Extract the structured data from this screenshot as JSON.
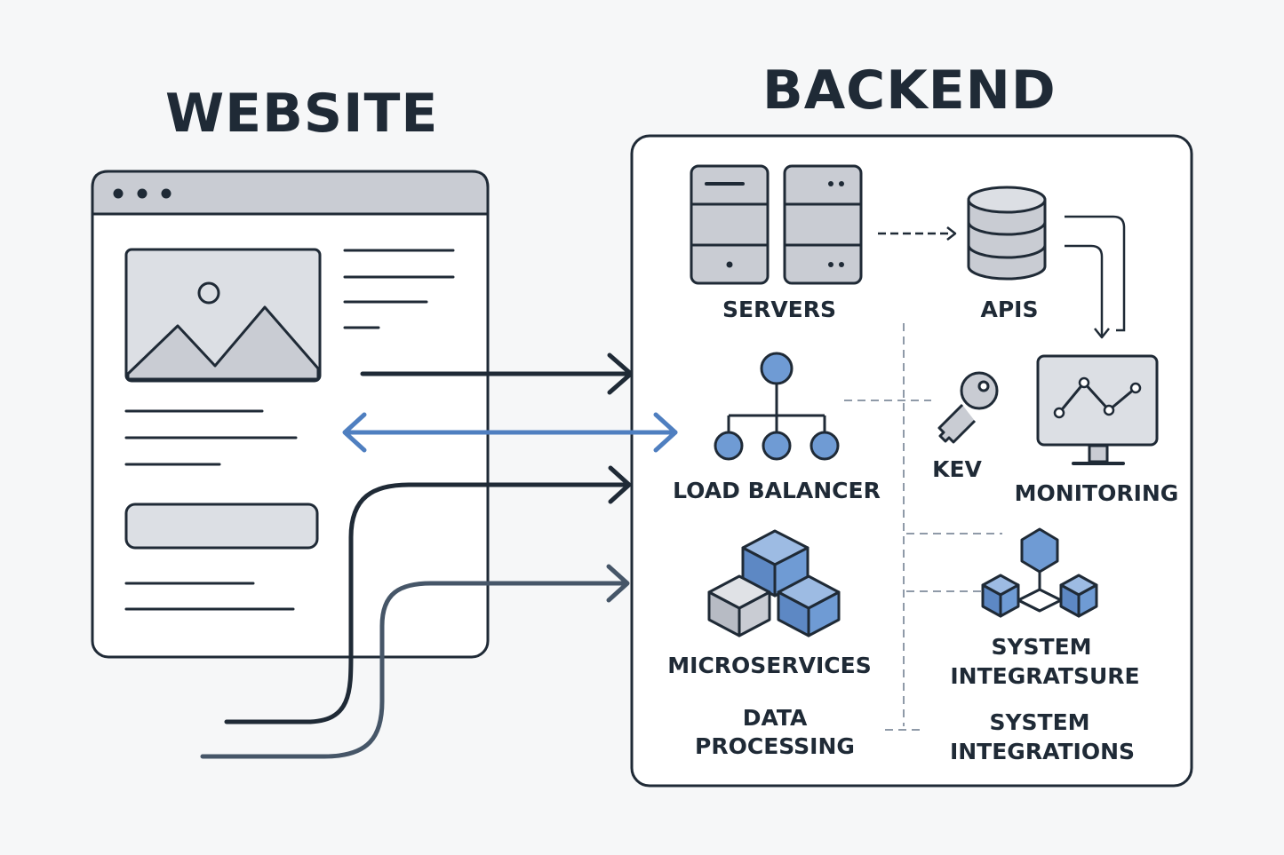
{
  "website": {
    "title": "WEBSITE"
  },
  "backend": {
    "title": "BACKEND",
    "labels": {
      "servers": "SERVERS",
      "apis": "APIS",
      "load_balancer": "LOAD BALANCER",
      "key": "KEV",
      "monitoring": "MONITORING",
      "microservices": "MICROSERVICES",
      "integration_a_line1": "SYSTEM",
      "integration_a_line2": "INTEGRATSURE",
      "data_processing_line1": "DATA",
      "data_processing_line2": "PROCESSING",
      "integration_b_line1": "SYSTEM",
      "integration_b_line2": "INTEGRATIONS"
    }
  },
  "icons": [
    "browser-window-icon",
    "image-placeholder-icon",
    "server-icon",
    "database-icon",
    "network-tree-icon",
    "key-icon",
    "monitor-chart-icon",
    "cubes-icon",
    "hexagon-cubes-icon"
  ],
  "colors": {
    "ink": "#1f2a36",
    "accent_blue": "#4f7fc0",
    "light_blue_fill": "#6f9bd4",
    "gray_fill": "#c9ccd3",
    "panel_bg": "#ffffff",
    "dashed": "#8f9aa8"
  }
}
